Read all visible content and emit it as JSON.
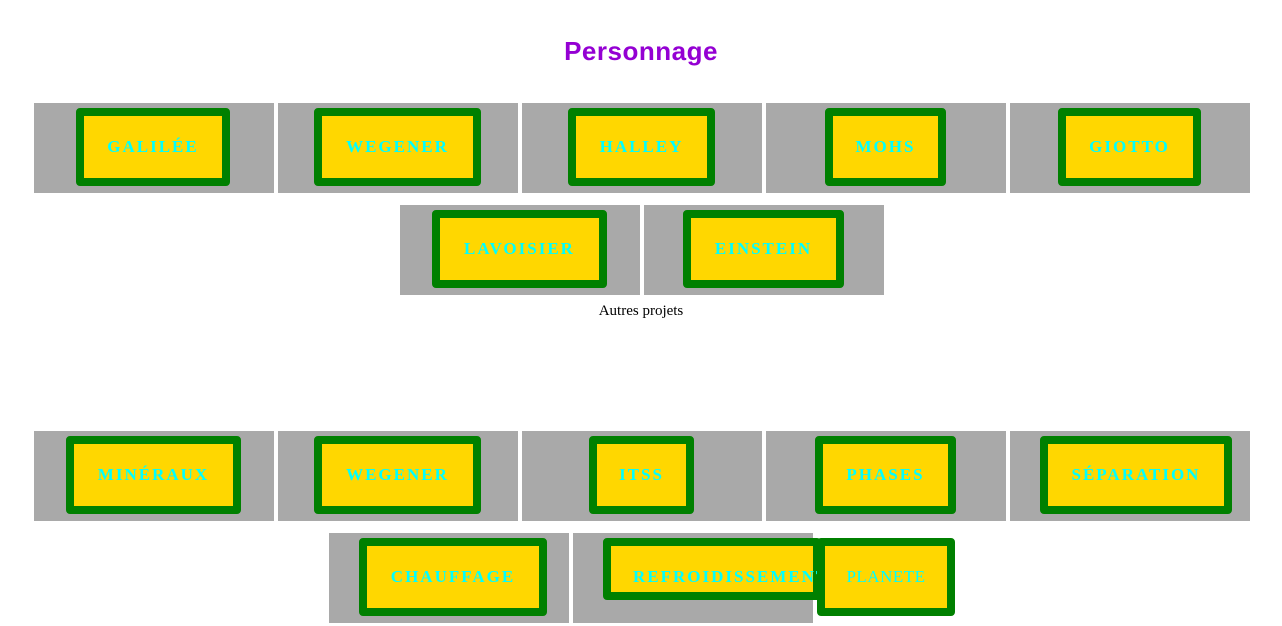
{
  "page_title": "Personnage",
  "personnages": {
    "row1": [
      "GALILÉE",
      "WEGENER",
      "HALLEY",
      "MOHS",
      "GIOTTO"
    ],
    "row2": [
      "LAVOISIER",
      "EINSTEIN"
    ]
  },
  "autres_projets_label": "Autres projets",
  "projets": {
    "row1": [
      "MINÉRAUX",
      "WEGENER",
      "ITSS",
      "PHASES",
      "SÉPARATION"
    ],
    "row2": [
      "CHAUFFAGE",
      "REFROIDISSEMENT"
    ],
    "overflow_button": "PLANETE"
  },
  "colors": {
    "title": "#9400d3",
    "cell_background": "#a9a9a9",
    "button_background": "#ffd700",
    "button_border": "#008000",
    "button_text": "#00ffff"
  }
}
